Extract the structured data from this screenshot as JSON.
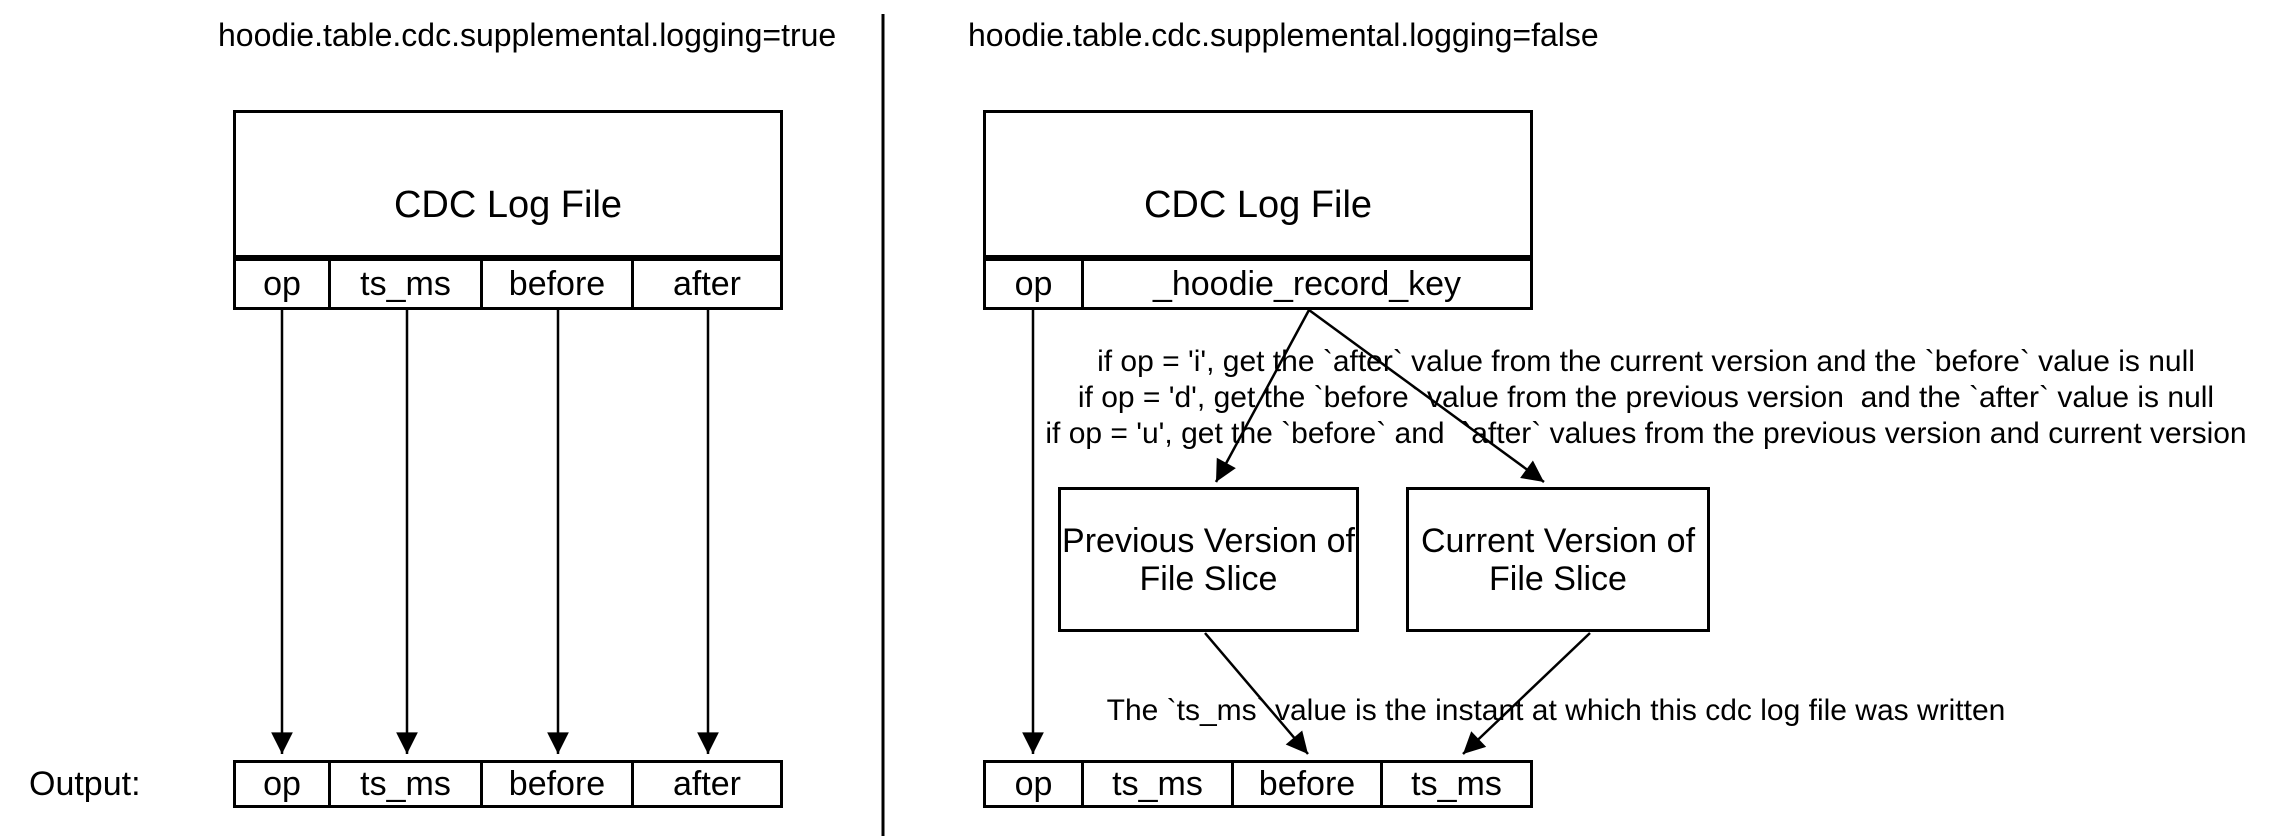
{
  "colors": {
    "stroke": "#000000",
    "background": "#ffffff"
  },
  "left": {
    "title": "hoodie.table.cdc.supplemental.logging=true",
    "log_file": {
      "label": "CDC Log File",
      "columns": [
        "op",
        "ts_ms",
        "before",
        "after"
      ]
    },
    "output": {
      "label": "Output:",
      "cells": [
        "op",
        "ts_ms",
        "before",
        "after"
      ]
    }
  },
  "right": {
    "title": "hoodie.table.cdc.supplemental.logging=false",
    "log_file": {
      "label": "CDC Log File",
      "columns": [
        "op",
        "_hoodie_record_key"
      ]
    },
    "op_rules": [
      "if op = 'i', get the `after` value from the current version and the `before` value is null",
      "if op = 'd', get the `before` value from the previous version  and the `after` value is null",
      "if op = 'u', get the `before` and  `after` values from the previous version and current version"
    ],
    "previous_box": {
      "line1": "Previous Version of",
      "line2": "File Slice"
    },
    "current_box": {
      "line1": "Current Version of",
      "line2": "File Slice"
    },
    "ts_ms_note": "The `ts_ms` value is the instant at which this cdc log file was written",
    "output": {
      "cells": [
        "op",
        "ts_ms",
        "before",
        "ts_ms"
      ]
    }
  }
}
